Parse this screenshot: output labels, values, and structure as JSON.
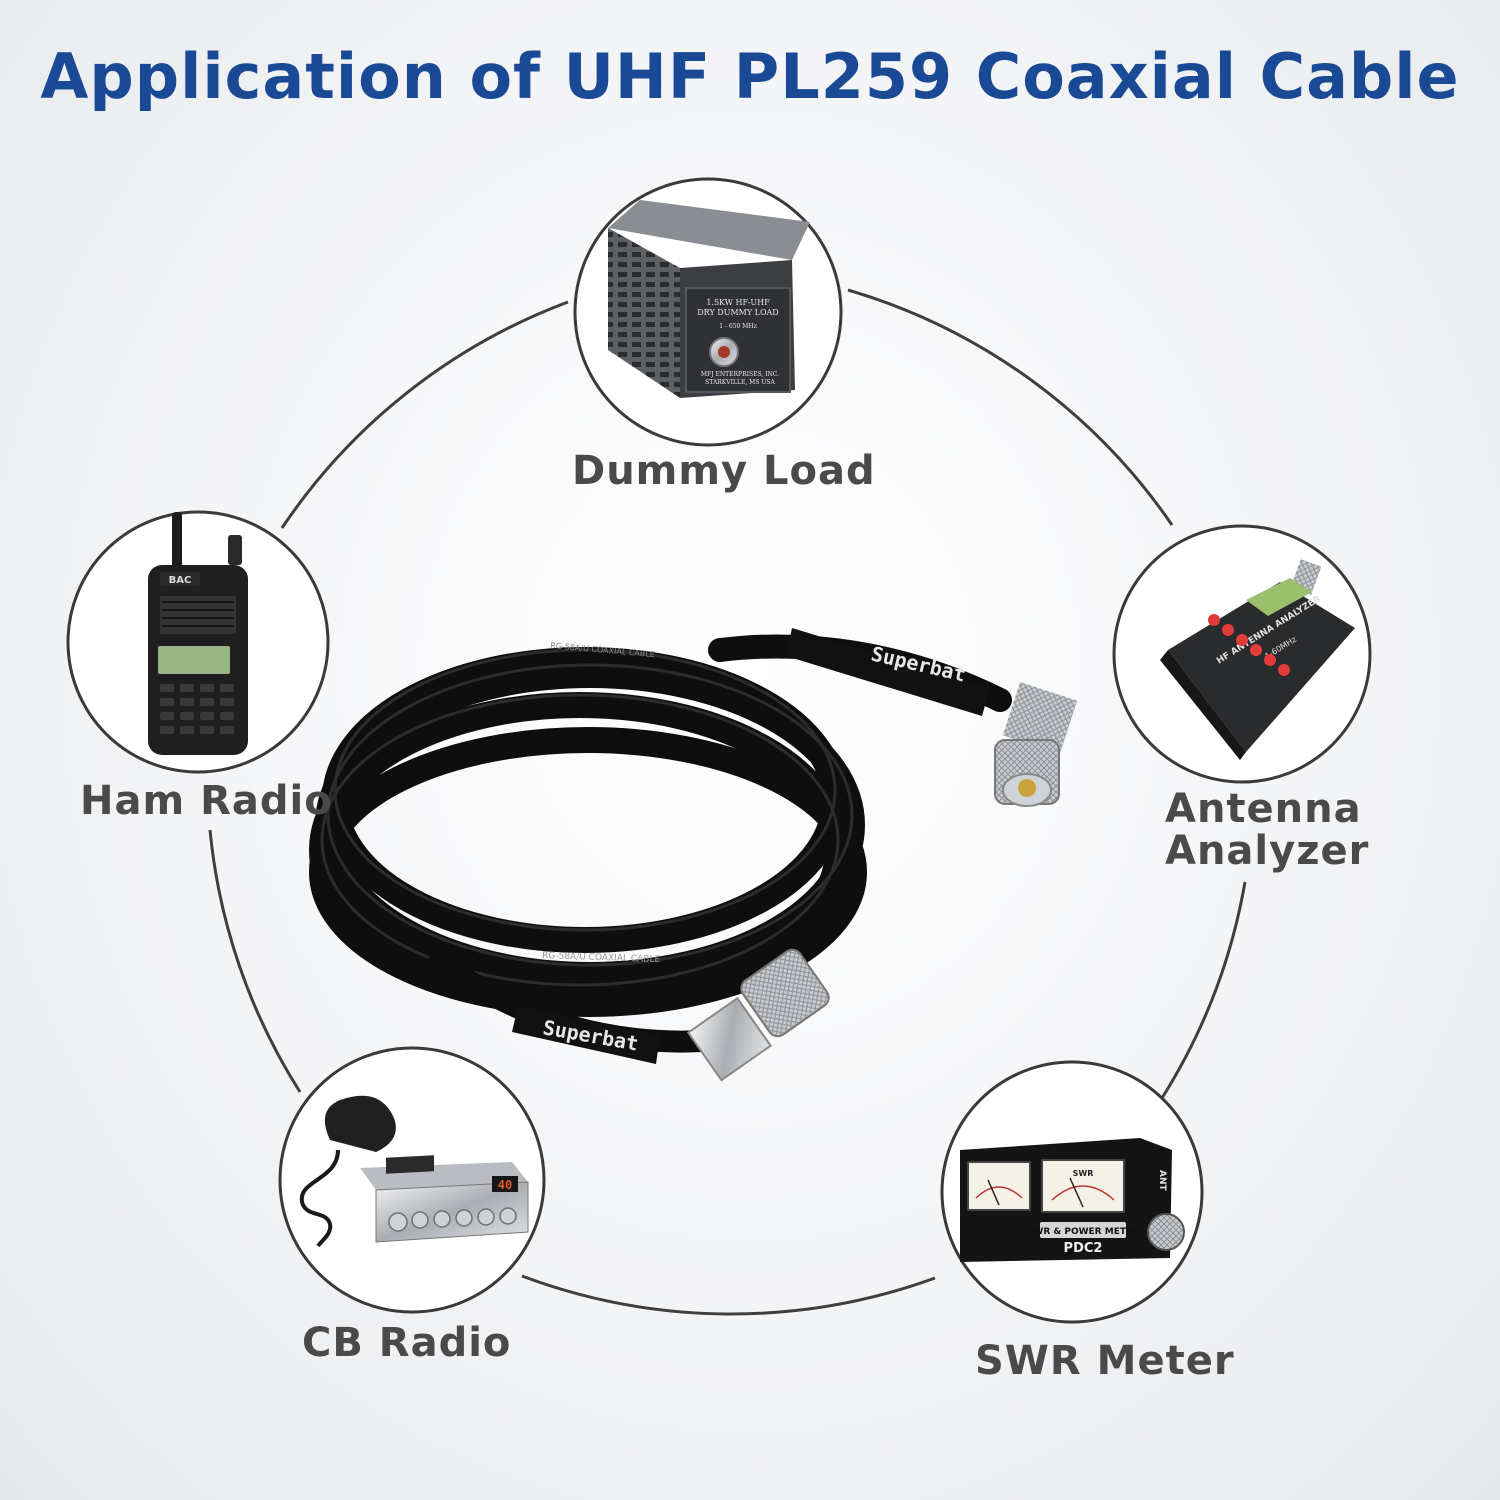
{
  "title": "Application of UHF PL259 Coaxial Cable",
  "colors": {
    "title": "#1a4a95",
    "ring": "#3f3f3f",
    "label": "#4a4a4a",
    "cable": "#101010"
  },
  "applications": [
    {
      "id": "dummy-load",
      "label": "Dummy Load"
    },
    {
      "id": "ham-radio",
      "label": "Ham Radio"
    },
    {
      "id": "antenna-analyzer",
      "label_line1": "Antenna",
      "label_line2": "Analyzer"
    },
    {
      "id": "cb-radio",
      "label": "CB Radio"
    },
    {
      "id": "swr-meter",
      "label": "SWR Meter"
    }
  ],
  "device_text": {
    "dummy_load_plate_1": "1.5KW HF-UHF",
    "dummy_load_plate_2": "DRY DUMMY LOAD",
    "dummy_load_plate_3": "1 - 650 MHz",
    "dummy_load_plate_4": "MFJ ENTERPRISES, INC.",
    "dummy_load_plate_5": "STARKVILLE, MS USA",
    "ham_radio_brand": "BAC",
    "analyzer_name": "HF ANTENNA ANALYZER",
    "analyzer_sub": "1-60MHz",
    "swr_meter_name": "SWR & POWER METER",
    "swr_meter_model": "PDC2",
    "swr_label": "SWR",
    "ant_label": "ANT",
    "cb_channel": "40"
  },
  "cable_text": {
    "brand_upper": "Superbat",
    "brand_lower": "Superbat",
    "print_upper": "RG-58A/U    COAXIAL    CABLE",
    "print_lower": "RG-58A/U    COAXIAL    CABLE"
  }
}
